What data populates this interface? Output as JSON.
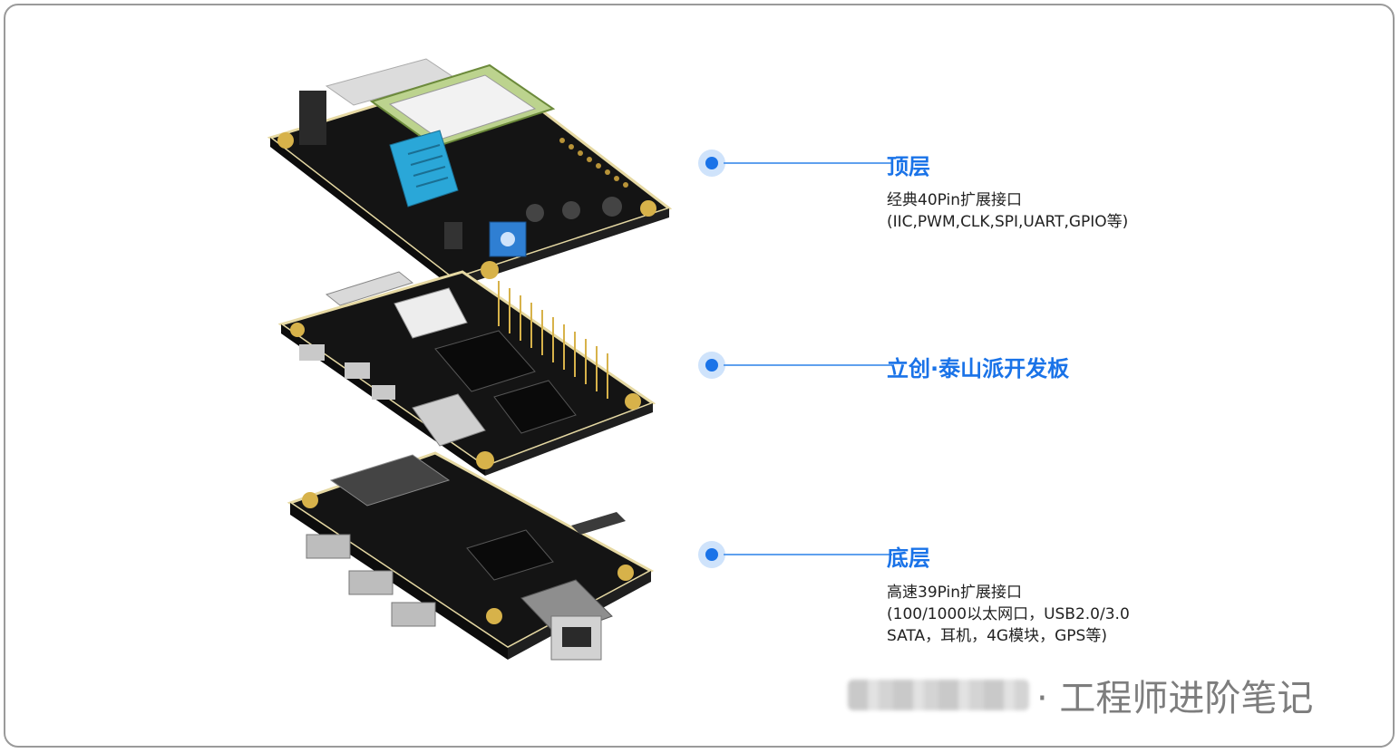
{
  "callouts": {
    "top": {
      "title": "顶层",
      "lines": [
        "经典40Pin扩展接口",
        "(IIC,PWM,CLK,SPI,UART,GPIO等)"
      ]
    },
    "middle": {
      "title": "立创·泰山派开发板"
    },
    "bottom": {
      "title": "底层",
      "lines": [
        "高速39Pin扩展接口",
        "(100/1000以太网口，USB2.0/3.0",
        "SATA，耳机，4G模块，GPS等)"
      ]
    }
  },
  "watermark": {
    "text": "· 工程师进阶笔记"
  },
  "colors": {
    "accent": "#1a73e8",
    "accent_light": "#cfe3fb",
    "pcb": "#151515",
    "pad_gold": "#d7b24a"
  },
  "icons": {
    "board_images": "layered-pcb-illustration"
  }
}
